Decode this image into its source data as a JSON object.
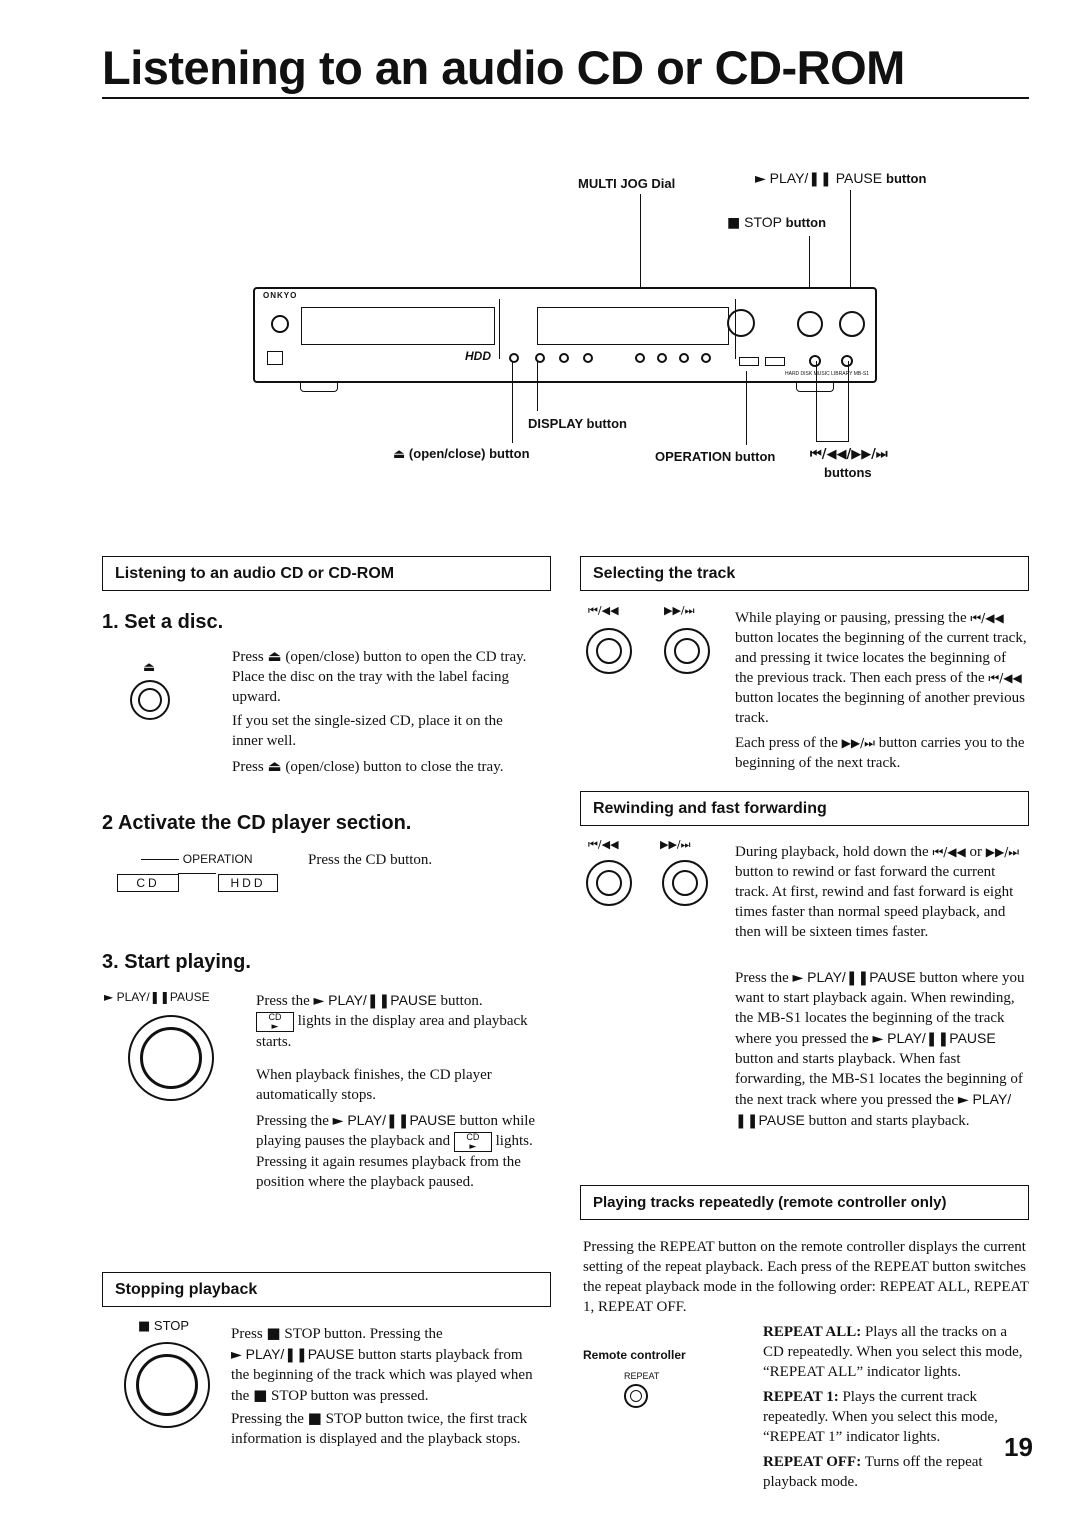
{
  "page": {
    "title": "Listening to an audio CD or CD-ROM",
    "page_number": "19"
  },
  "device": {
    "brand": "ONKYO",
    "model": "MB-S1",
    "series_label": "HARD DISK MUSIC LIBRARY",
    "callouts": {
      "multi_jog": "MULTI JOG Dial",
      "play_pause": "PLAY/",
      "play_pause_b": "PAUSE",
      "play_pause_suffix": "button",
      "stop": "STOP",
      "stop_suffix": "button",
      "display": "DISPLAY button",
      "open_close": "(open/close) button",
      "operation": "OPERATION button",
      "skip_buttons": "buttons"
    }
  },
  "left": {
    "section_header": "Listening to an audio CD or CD-ROM",
    "step1": {
      "title": "1. Set a disc.",
      "p1a": "Press",
      "p1b": "(open/close) button to open the CD tray. Place the disc on the tray with the label facing upward.",
      "p2": "If you set the single-sized CD, place it on the inner well.",
      "p3a": "Press",
      "p3b": "(open/close) button to close the tray."
    },
    "step2": {
      "title": "2  Activate the CD player section.",
      "text": "Press the CD button.",
      "operation_label": "OPERATION",
      "cd_label": "CD",
      "hdd_label": "HDD"
    },
    "step3": {
      "title": "3. Start playing.",
      "label_play": "PLAY/",
      "label_pause": "PAUSE",
      "p1a": "Press the",
      "p1b": "button.",
      "p1c": "lights in the display area and playback starts.",
      "p2": "When playback finishes, the CD player automatically stops.",
      "p3a": "Pressing the",
      "p3b": "button while playing pauses the playback and",
      "p3c": "lights. Pressing it again resumes playback from the position where the playback paused.",
      "cd_indicator": "CD"
    },
    "stop_section": {
      "header": "Stopping playback",
      "label": "STOP",
      "p1a": "Press",
      "p1b": "STOP button. Pressing the",
      "p1c": "button starts playback from the beginning of the track which was played when the",
      "p1d": "STOP button was pressed.",
      "p2a": "Pressing the",
      "p2b": "STOP button twice, the first track information is displayed and the playback stops."
    }
  },
  "right": {
    "select_track": {
      "header": "Selecting the track",
      "p1": "While playing or pausing, pressing the",
      "p1b": "button locates the beginning of the current track, and pressing it twice locates the beginning of the previous track. Then each press of the",
      "p1c": "button locates the beginning of another previous track.",
      "p2a": "Each press of the",
      "p2b": "button carries you to the beginning of the next track."
    },
    "rewind": {
      "header": "Rewinding and fast forwarding",
      "p1a": "During playback, hold down the",
      "p1b": "or",
      "p1c": "button to rewind or fast forward the current track. At first, rewind and fast forward is eight times faster than normal speed playback, and then will be sixteen times faster.",
      "p2a": "Press the",
      "p2b": "button where you want to start playback again. When rewinding, the MB-S1 locates the beginning of the track where you pressed the",
      "p2c": "button and starts playback. When fast forwarding, the MB-S1 locates the beginning of the next track where you pressed the",
      "p2d": "button and starts playback."
    },
    "repeat": {
      "header": "Playing tracks repeatedly (remote controller only)",
      "intro": "Pressing the REPEAT button on the remote controller displays the current setting of the repeat playback. Each press of the REPEAT button switches the repeat playback mode in the following order: REPEAT ALL, REPEAT 1, REPEAT OFF.",
      "remote_label": "Remote controller",
      "repeat_btn": "REPEAT",
      "all_term": "REPEAT ALL:",
      "all_text": "Plays all the tracks on a CD repeatedly. When you select this mode, “REPEAT ALL” indicator lights.",
      "one_term": "REPEAT 1:",
      "one_text": "Plays the current track repeatedly. When you select this mode, “REPEAT 1” indicator lights.",
      "off_term": "REPEAT OFF:",
      "off_text": "Turns off the repeat playback mode."
    }
  }
}
